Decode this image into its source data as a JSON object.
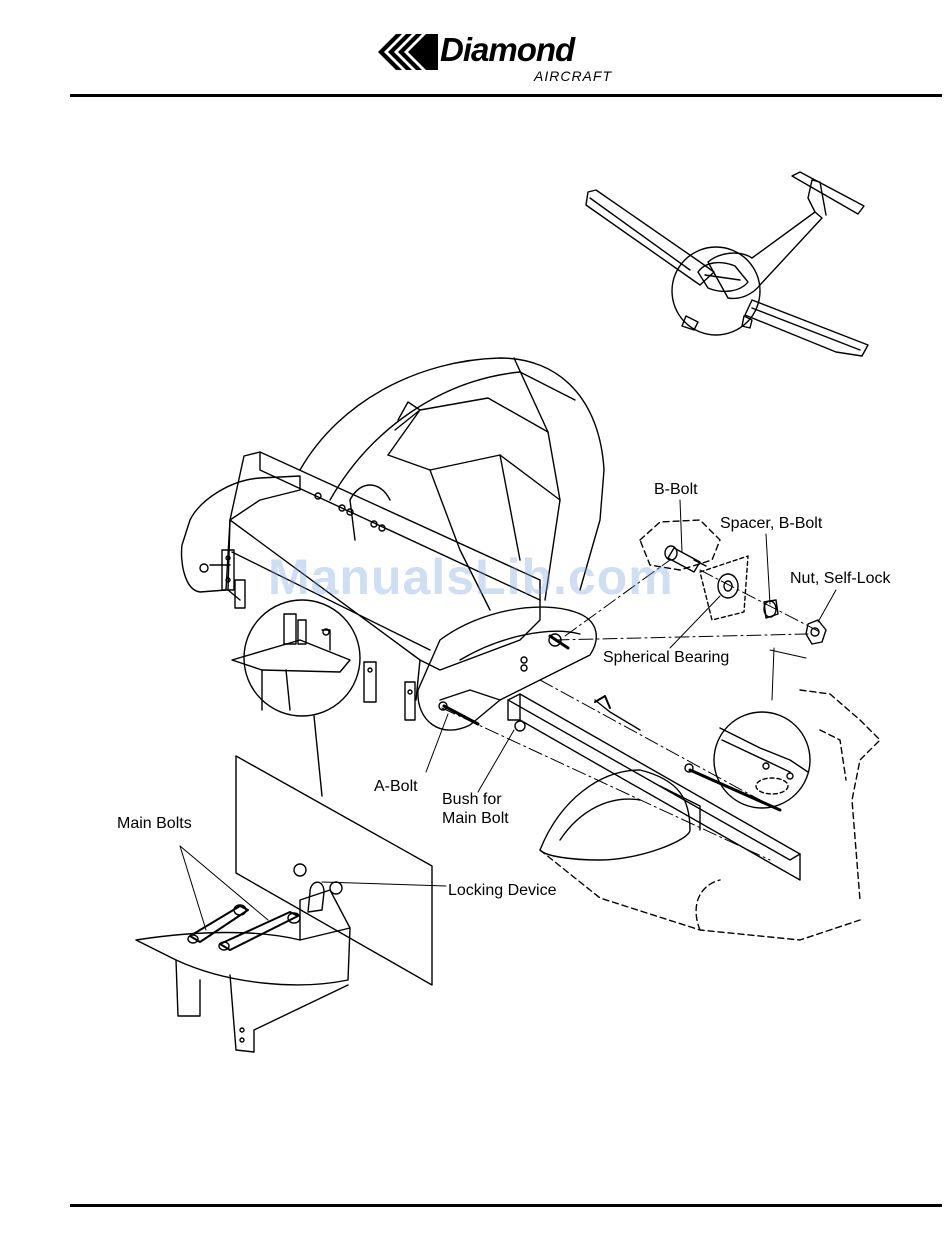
{
  "header": {
    "brand_name": "Diamond",
    "brand_sub": "AIRCRAFT"
  },
  "watermark": "ManualsLib.com",
  "labels": {
    "b_bolt": "B-Bolt",
    "spacer_b_bolt": "Spacer, B-Bolt",
    "nut_self_lock": "Nut, Self-Lock",
    "spherical_bearing": "Spherical Bearing",
    "a_bolt": "A-Bolt",
    "bush_main_bolt_line1": "Bush for",
    "bush_main_bolt_line2": "Main Bolt",
    "main_bolts": "Main Bolts",
    "locking_device": "Locking Device"
  },
  "colors": {
    "ink": "#000000",
    "watermark": "#7aa0dc"
  }
}
